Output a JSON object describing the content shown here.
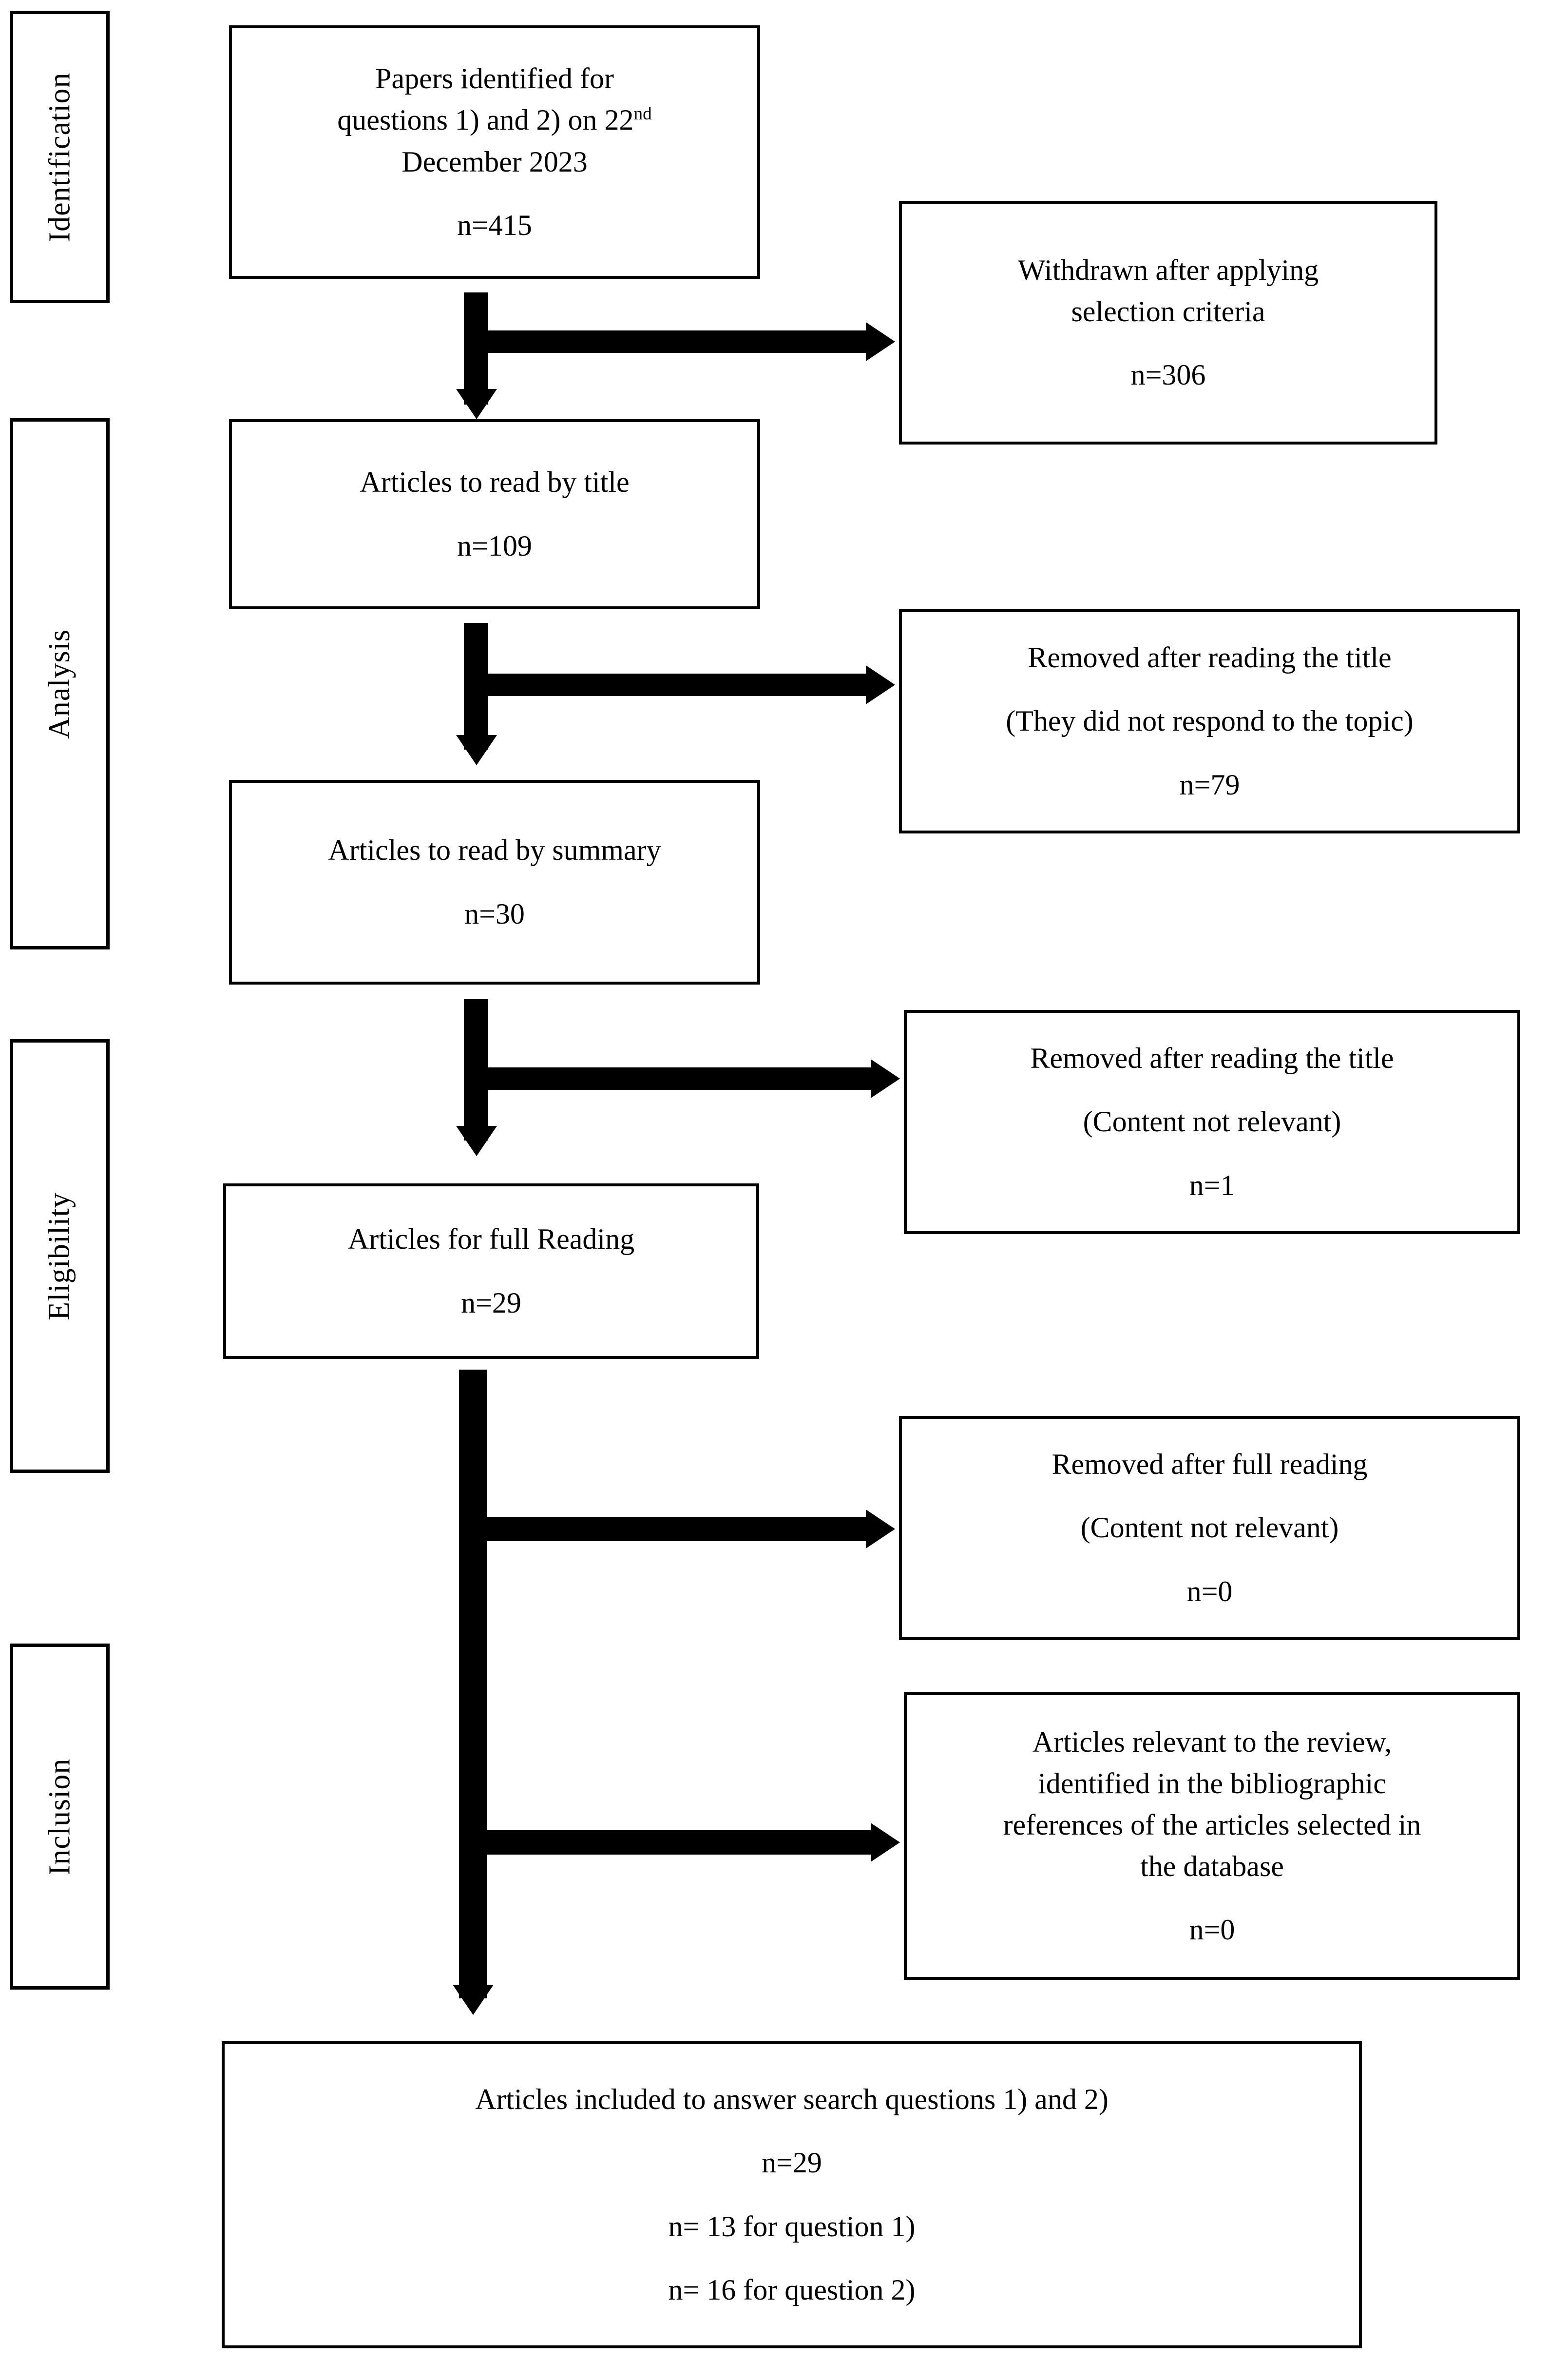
{
  "diagram": {
    "type": "prisma-flow-diagram",
    "title": "PRISMA study selection flow"
  },
  "stages": [
    {
      "id": "identification",
      "label": "Identification"
    },
    {
      "id": "analysis",
      "label": "Analysis"
    },
    {
      "id": "eligibility",
      "label": "Eligibility"
    },
    {
      "id": "inclusion",
      "label": "Inclusion"
    }
  ],
  "main_boxes": [
    {
      "id": "identified",
      "line1": "Papers identified for",
      "line2_pre": "questions 1) and 2) on 22",
      "line2_sup": "nd",
      "line3": "December 2023",
      "count": "n=415"
    },
    {
      "id": "read-by-title",
      "line1": "Articles to read by title",
      "count": "n=109"
    },
    {
      "id": "read-by-summary",
      "line1": "Articles to read by summary",
      "count": "n=30"
    },
    {
      "id": "full-reading",
      "line1": "Articles for full Reading",
      "count": "n=29"
    }
  ],
  "side_boxes": [
    {
      "id": "withdrawn-selection-criteria",
      "line1": "Withdrawn after applying",
      "line2": "selection criteria",
      "count": "n=306"
    },
    {
      "id": "removed-title-off-topic",
      "line1": "Removed after reading the title",
      "line2": "(They did not respond to the topic)",
      "count": "n=79"
    },
    {
      "id": "removed-title-not-relevant",
      "line1": "Removed after reading the title",
      "line2": "(Content not relevant)",
      "count": "n=1"
    },
    {
      "id": "removed-full-reading",
      "line1": "Removed after full reading",
      "line2": "(Content not relevant)",
      "count": "n=0"
    },
    {
      "id": "relevant-from-references",
      "line1": "Articles relevant to the review,",
      "line2": "identified in the bibliographic",
      "line3": "references of the articles selected in",
      "line4": "the database",
      "count": "n=0"
    }
  ],
  "final_box": {
    "id": "included-final",
    "line1": "Articles included to answer search questions 1) and 2)",
    "count_total": "n=29",
    "count_q1": "n= 13 for question 1)",
    "count_q2": "n= 16 for question 2)"
  },
  "colors": {
    "stroke": "#000000",
    "background": "#ffffff",
    "text": "#000000"
  }
}
